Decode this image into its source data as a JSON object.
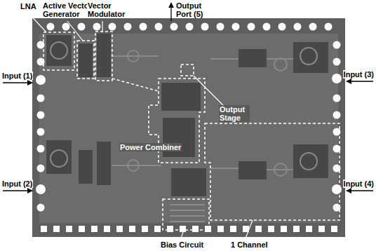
{
  "diagram": {
    "labels": [
      "LNA",
      "Active Vector Generator",
      "Vector Modulator",
      "Output Port (5)",
      "Input (1)",
      "Output Stage",
      "Input (3)",
      "Power Combiner",
      "Input (2)",
      "Input (4)",
      "Bias Circuit",
      "1 Channel"
    ]
  }
}
